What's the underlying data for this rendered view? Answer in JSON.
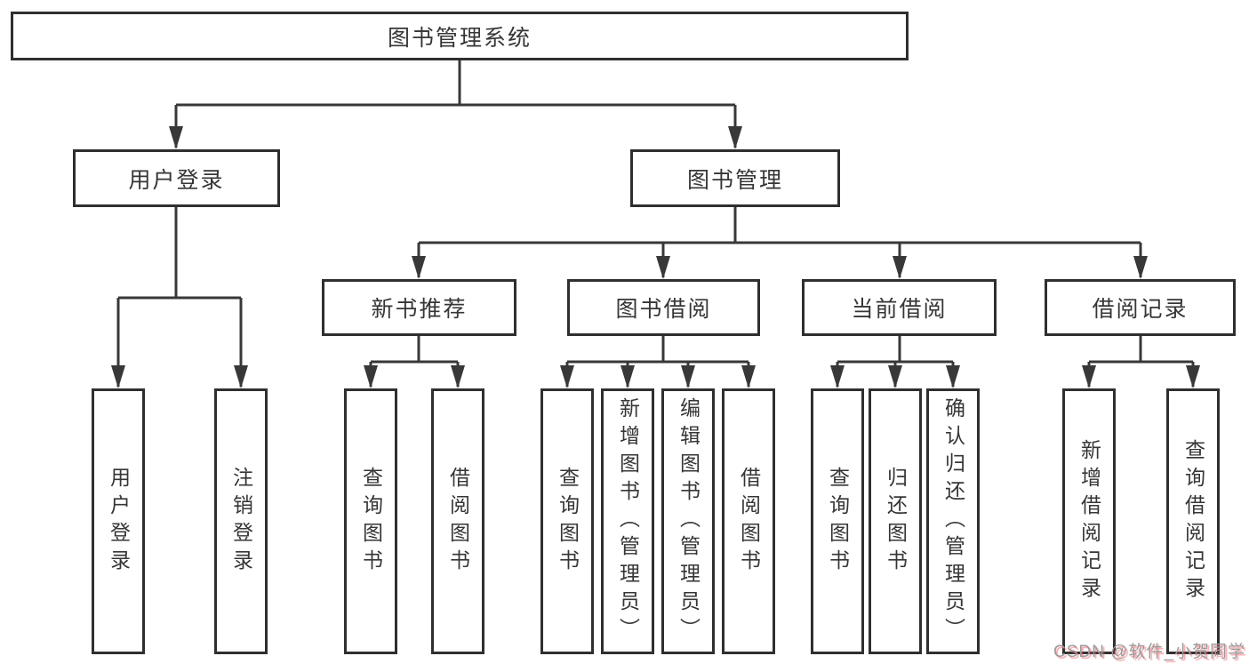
{
  "colors": {
    "line": "#383838",
    "box_border": "#2f2f2f",
    "text": "#363636",
    "background": "#ffffff",
    "watermark_text": "#9b9b9b",
    "watermark_shadow": "#f0555f"
  },
  "diagram": {
    "root": {
      "label": "图书管理系统"
    },
    "branches": [
      {
        "label": "用户登录"
      },
      {
        "label": "图书管理"
      }
    ],
    "modules": [
      {
        "label": "新书推荐"
      },
      {
        "label": "图书借阅"
      },
      {
        "label": "当前借阅"
      },
      {
        "label": "借阅记录"
      }
    ],
    "functions": [
      {
        "label": "用户登录"
      },
      {
        "label": "注销登录"
      },
      {
        "label": "查询图书"
      },
      {
        "label": "借阅图书"
      },
      {
        "label": "查询图书"
      },
      {
        "label": "新增图书（管理员）"
      },
      {
        "label": "编辑图书（管理员）"
      },
      {
        "label": "借阅图书"
      },
      {
        "label": "查询图书"
      },
      {
        "label": "归还图书"
      },
      {
        "label": "确认归还（管理员）"
      },
      {
        "label": "新增借阅记录"
      },
      {
        "label": "查询借阅记录"
      }
    ]
  },
  "watermark": {
    "text": "CSDN @软件_小贺同学"
  }
}
